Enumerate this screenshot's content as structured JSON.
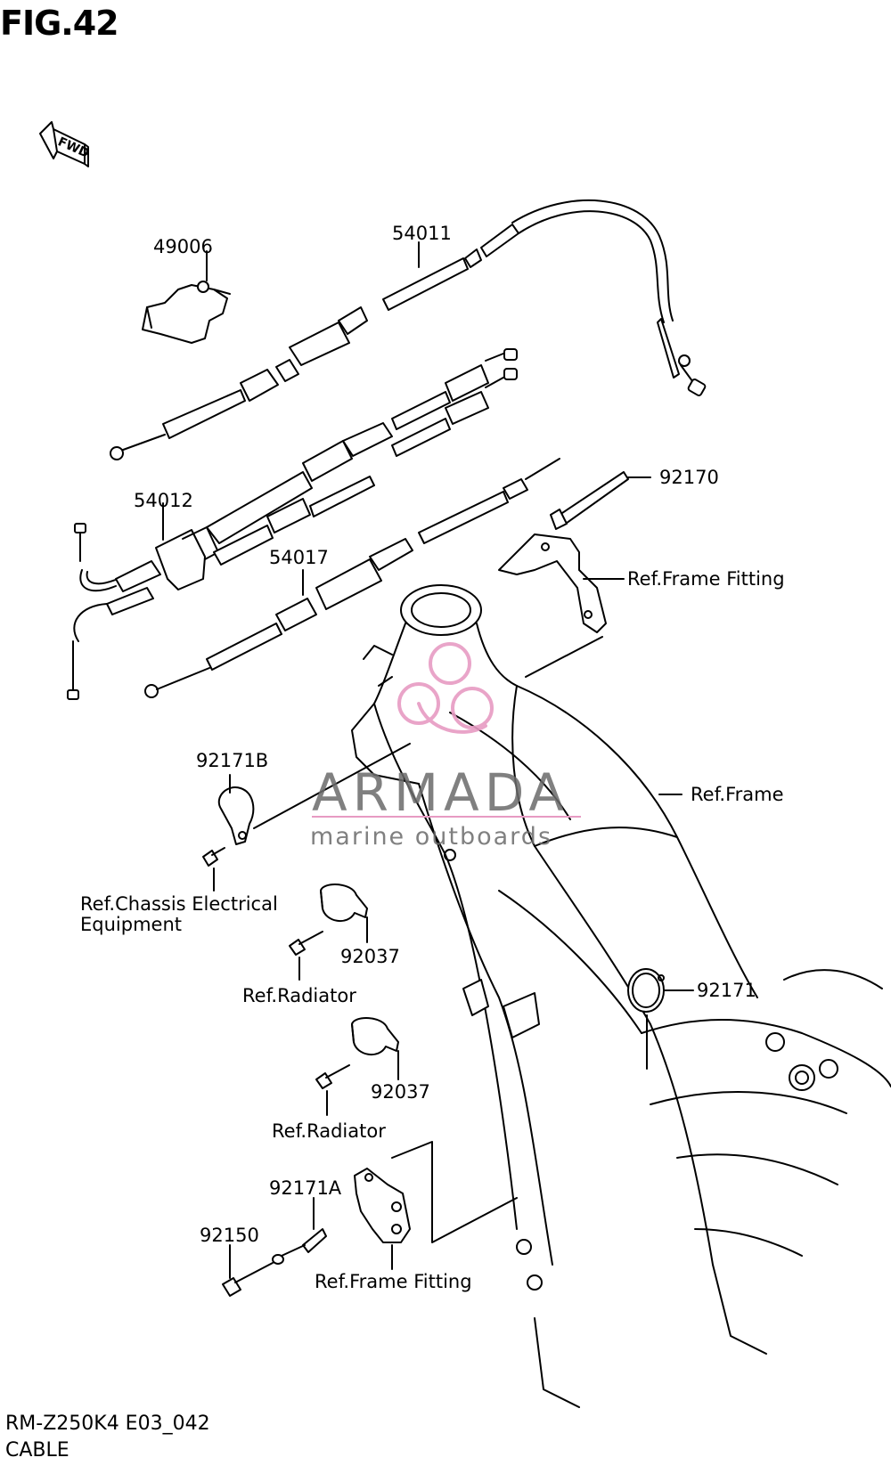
{
  "figure": {
    "title": "FIG.42",
    "fwd_label": "FWD",
    "footer_model": "RM-Z250K4 E03_042",
    "footer_name": "CABLE"
  },
  "labels": {
    "p49006": "49006",
    "p54011": "54011",
    "p54012": "54012",
    "p54017": "54017",
    "p92170": "92170",
    "ref_frame_fitting_1": "Ref.Frame Fitting",
    "ref_frame": "Ref.Frame",
    "p92171b": "92171B",
    "ref_chassis_line1": "Ref.Chassis Electrical",
    "ref_chassis_line2": "Equipment",
    "p92037_1": "92037",
    "ref_radiator_1": "Ref.Radiator",
    "p92171": "92171",
    "p92037_2": "92037",
    "ref_radiator_2": "Ref.Radiator",
    "p92171a": "92171A",
    "p92150": "92150",
    "ref_frame_fitting_2": "Ref.Frame Fitting"
  },
  "watermark": {
    "brand": "ARMADA",
    "tagline": "marine outboards",
    "accent_color": "#e79bc3",
    "text_color": "#6b6b6b"
  }
}
